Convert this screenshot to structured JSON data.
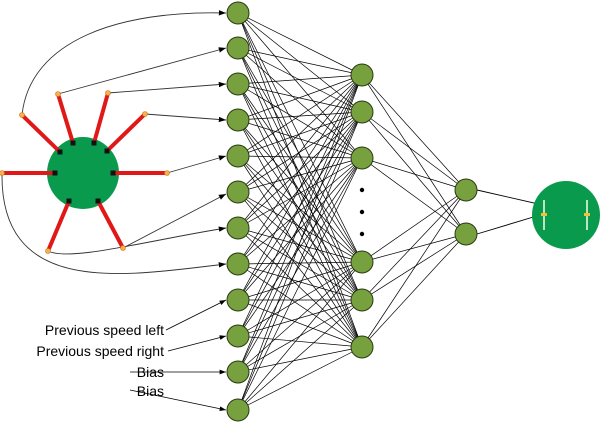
{
  "input_labels": [
    "Previous speed left",
    "Previous speed right",
    "Bias",
    "Bias"
  ],
  "network": {
    "input_nodes": 12,
    "hidden1_nodes_shown": 6,
    "hidden2_nodes": 2,
    "sensors": 8
  },
  "colors": {
    "node": "#77a13f",
    "robot": "#0a9a4e",
    "sensor": "#e01818",
    "edge": "#000000"
  }
}
